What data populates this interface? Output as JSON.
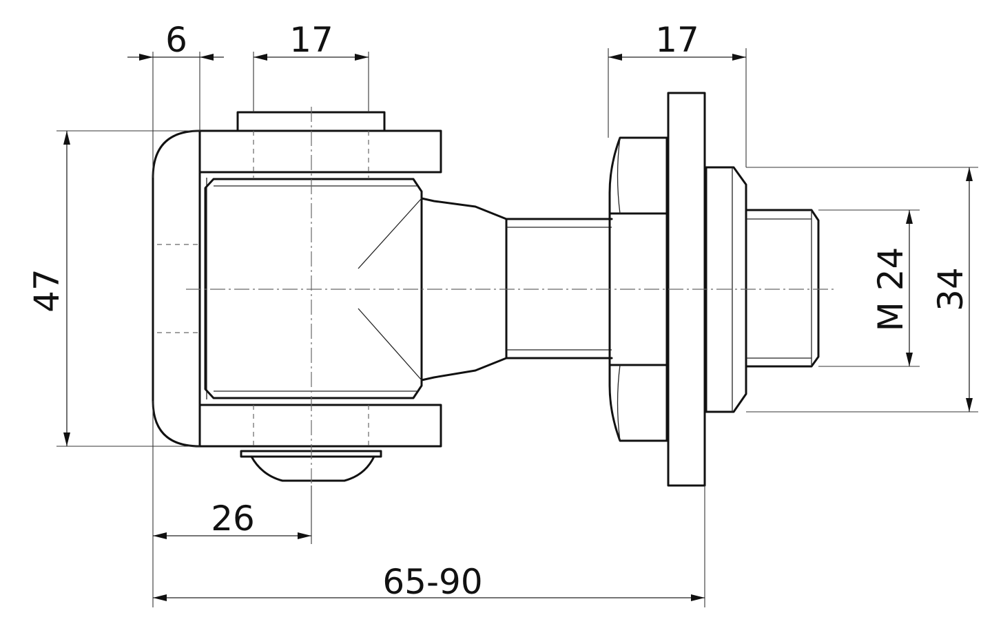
{
  "diagram": {
    "dimensions": {
      "top_left_width": "6",
      "pin_width": "17",
      "nut_width": "17",
      "overall_height": "47",
      "pin_offset": "26",
      "adjust_range": "65-90",
      "thread_size": "M 24",
      "washer_diameter": "34"
    }
  }
}
